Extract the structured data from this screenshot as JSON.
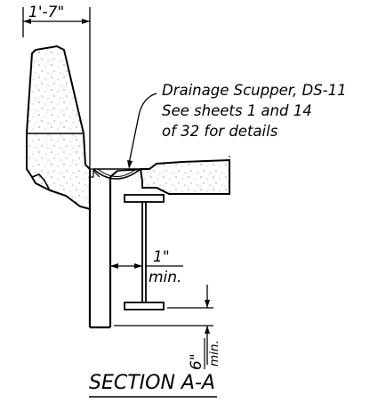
{
  "dimensions": {
    "barrier_width": "1'-7\"",
    "clearance": "1\"",
    "clearance_qualifier": "min.",
    "drop": "6\"",
    "drop_qualifier": "min."
  },
  "callout": {
    "line1": "Drainage Scupper, DS-11",
    "line2": "See sheets 1 and 14",
    "line3": "of 32 for details"
  },
  "section_title": "SECTION A-A"
}
